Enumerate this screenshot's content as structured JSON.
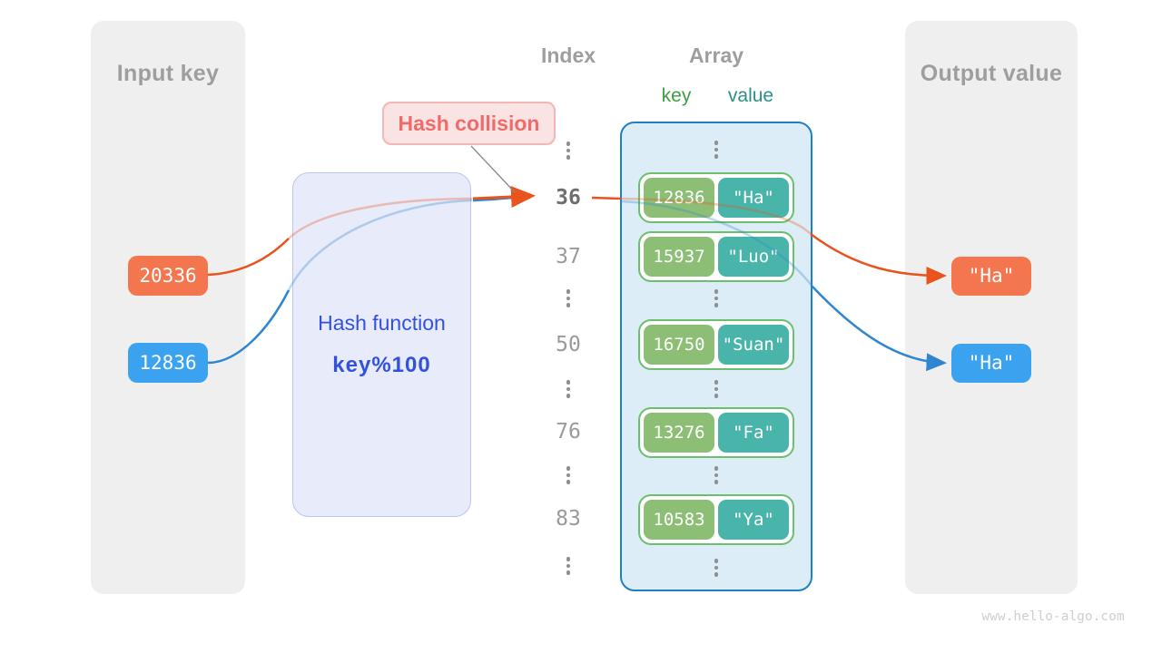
{
  "watermark": "www.hello-algo.com",
  "input_panel": {
    "title": "Input key",
    "keys": [
      {
        "text": "20336",
        "color": "#f3764e"
      },
      {
        "text": "12836",
        "color": "#3ba2f0"
      }
    ]
  },
  "hash_function": {
    "title": "Hash function",
    "formula": "key%100"
  },
  "collision": {
    "label": "Hash collision"
  },
  "index_column": {
    "header": "Index",
    "items": [
      "36",
      "37",
      "50",
      "76",
      "83"
    ],
    "highlighted_item": "36"
  },
  "array": {
    "header": "Array",
    "key_label": "key",
    "value_label": "value",
    "entries": [
      {
        "key": "12836",
        "value": "\"Ha\""
      },
      {
        "key": "15937",
        "value": "\"Luo\""
      },
      {
        "key": "16750",
        "value": "\"Suan\""
      },
      {
        "key": "13276",
        "value": "\"Fa\""
      },
      {
        "key": "10583",
        "value": "\"Ya\""
      }
    ]
  },
  "output_panel": {
    "title": "Output value",
    "values": [
      {
        "text": "\"Ha\"",
        "color": "#f3764e"
      },
      {
        "text": "\"Ha\"",
        "color": "#3ba2f0"
      }
    ]
  },
  "colors": {
    "orange_box": "#f3764e",
    "blue_box": "#3ba2f0",
    "orange_line": "#e8531e",
    "blue_line": "#2e86d1",
    "green_key_box": "#8cbe76",
    "teal_value_box": "#49b5aa",
    "array_fill": "#ddedf8",
    "array_border": "#1e7ec6",
    "entry_border": "#6cbf6c",
    "panel_gray": "#efefef",
    "hash_box_fill": "#e7ebfa",
    "hash_box_border": "#bac5f0",
    "hash_text": "#3251df",
    "collision_bg": "#fae3e3",
    "collision_border": "#f5b5b5",
    "collision_text": "#ee6b6b",
    "header_gray": "#9e9e9e",
    "key_label_green": "#3f9d44",
    "value_label_teal": "#2b9187"
  }
}
